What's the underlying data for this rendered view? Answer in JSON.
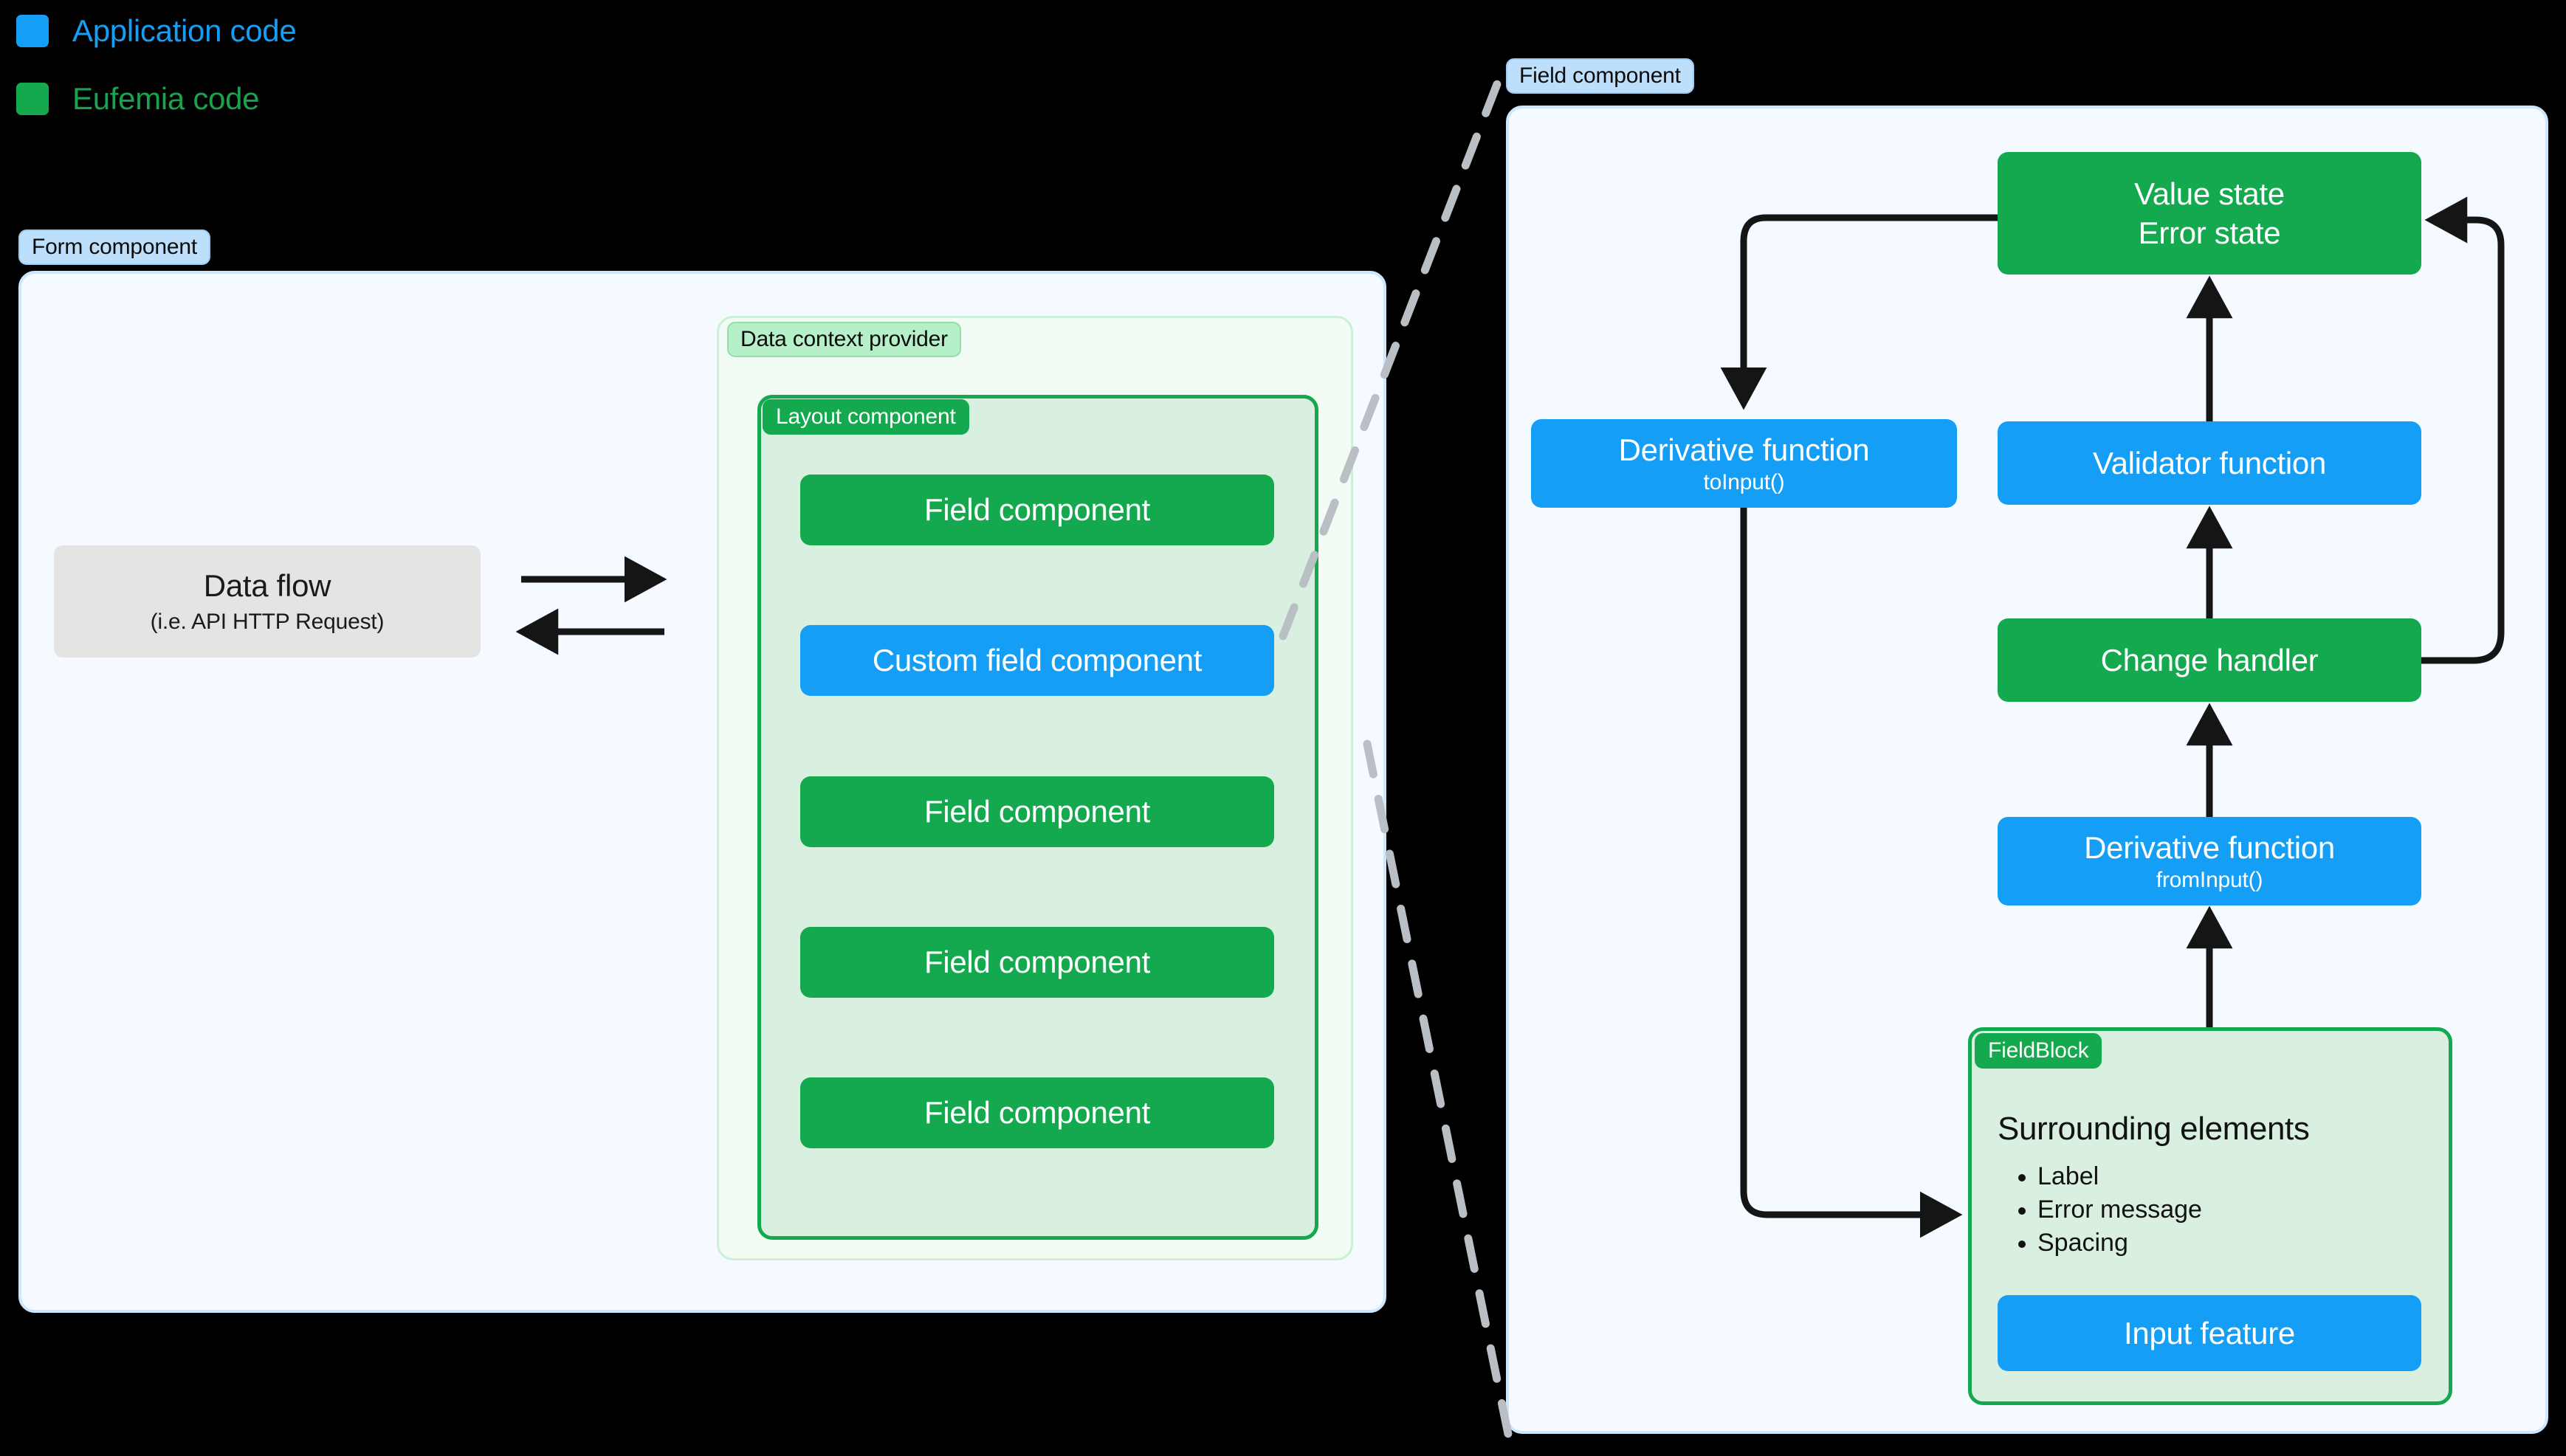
{
  "colors": {
    "application_code": "#159ef5",
    "eufemia_code": "#15a94f",
    "panel_blue_fill": "#f4faff",
    "panel_blue_border": "#cde6fb",
    "provider_fill": "#f2fcf4",
    "provider_border": "#cbf0d5",
    "layout_fill": "#d9f0e0",
    "layout_border": "#15a94f",
    "dataflow_fill": "#e4e4e4",
    "dashed_connector": "#b9bfc4",
    "arrow": "#151515",
    "background": "#000000"
  },
  "legend": {
    "items": [
      {
        "label": "Application code",
        "color": "#159ef5"
      },
      {
        "label": "Eufemia code",
        "color": "#15a94f"
      }
    ]
  },
  "left_panel": {
    "badge": "Form component",
    "data_flow": {
      "title": "Data flow",
      "subtitle": "(i.e. API HTTP Request)"
    },
    "arrows": [
      "right",
      "left"
    ],
    "data_context_provider": {
      "badge": "Data context provider",
      "layout_component": {
        "badge": "Layout component",
        "items": [
          {
            "label": "Field component",
            "kind": "eufemia"
          },
          {
            "label": "Custom field component",
            "kind": "application"
          },
          {
            "label": "Field component",
            "kind": "eufemia"
          },
          {
            "label": "Field component",
            "kind": "eufemia"
          },
          {
            "label": "Field component",
            "kind": "eufemia"
          }
        ]
      }
    }
  },
  "right_panel": {
    "badge": "Field component",
    "nodes": {
      "value_state": {
        "line1": "Value state",
        "line2": "Error state",
        "kind": "eufemia"
      },
      "derivative_to_input": {
        "title": "Derivative function",
        "subtitle": "toInput()",
        "kind": "application"
      },
      "validator": {
        "title": "Validator function",
        "kind": "application"
      },
      "change_handler": {
        "title": "Change handler",
        "kind": "eufemia"
      },
      "derivative_from_input": {
        "title": "Derivative function",
        "subtitle": "fromInput()",
        "kind": "application"
      }
    },
    "field_block": {
      "badge": "FieldBlock",
      "heading": "Surrounding elements",
      "bullets": [
        "Label",
        "Error message",
        "Spacing"
      ],
      "input_feature": {
        "label": "Input feature",
        "kind": "application"
      }
    }
  }
}
